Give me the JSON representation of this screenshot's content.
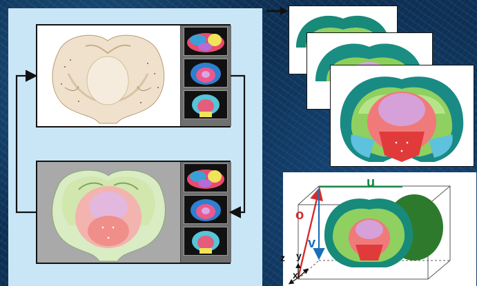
{
  "vectors": {
    "u_label": "u",
    "o_label": "o",
    "v_label": "v"
  },
  "axes": {
    "z_label": "z",
    "y_label": "y",
    "x_label": "x"
  },
  "colors": {
    "panel_bg": "#c9e6f7",
    "u_color": "#1d8a4a",
    "o_color": "#d52b2b",
    "v_color": "#1b6fb8",
    "arrow_color": "#111111"
  }
}
